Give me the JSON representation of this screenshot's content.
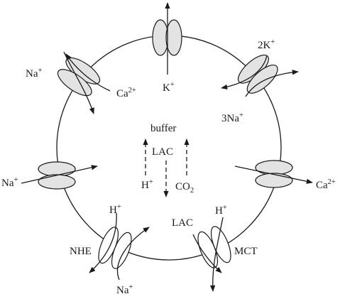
{
  "colors": {
    "line": "#1a1a1a",
    "protein_fill": "#e3e3e3",
    "open_fill": "#ffffff"
  },
  "labels": {
    "k_out": "K",
    "k_out_charge": "+",
    "two_k": "2K",
    "two_k_charge": "+",
    "three_na": "3Na",
    "three_na_charge": "+",
    "na_ca_exch_na": "Na",
    "na_ca_exch_na_charge": "+",
    "na_ca_exch_ca": "Ca",
    "na_ca_exch_ca_charge": "2+",
    "na_channel": "Na",
    "na_channel_charge": "+",
    "ca_pump": "Ca",
    "ca_pump_charge": "2+",
    "nhe": "NHE",
    "nhe_h": "H",
    "nhe_h_charge": "+",
    "nhe_na": "Na",
    "nhe_na_charge": "+",
    "mct": "MCT",
    "mct_lac": "LAC",
    "mct_h": "H",
    "mct_h_charge": "+",
    "buffer": "buffer",
    "lac_inside": "LAC",
    "h_inside": "H",
    "h_inside_charge": "+",
    "co2": "CO",
    "co2_sub": "2"
  }
}
